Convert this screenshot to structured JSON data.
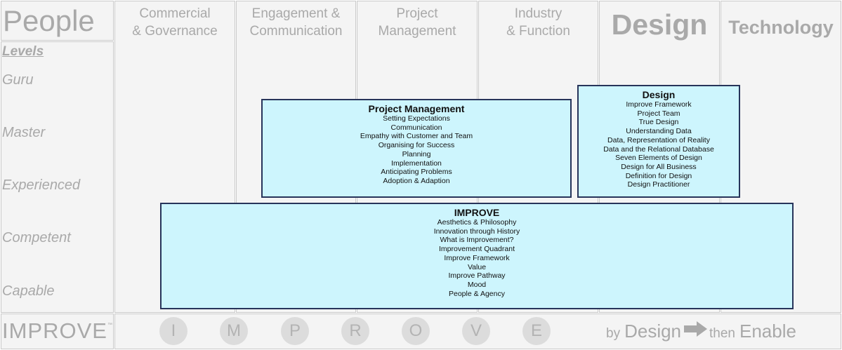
{
  "header": {
    "people": "People",
    "columns": [
      {
        "line1": "Commercial",
        "line2": "& Governance"
      },
      {
        "line1": "Engagement &",
        "line2": "Communication"
      },
      {
        "line1": "Project",
        "line2": "Management"
      },
      {
        "line1": "Industry",
        "line2": "& Function"
      },
      {
        "line1": "Design",
        "line2": ""
      },
      {
        "line1": "Technology",
        "line2": ""
      }
    ]
  },
  "levels": {
    "title": "Levels",
    "items": [
      "Guru",
      "Master",
      "Experienced",
      "Competent",
      "Capable"
    ]
  },
  "boxes": {
    "project_management": {
      "title": "Project Management",
      "items": [
        "Setting Expectations",
        "Communication",
        "Empathy with Customer and Team",
        "Organising for Success",
        "Planning",
        "Implementation",
        "Anticipating Problems",
        "Adoption & Adaption"
      ]
    },
    "design": {
      "title": "Design",
      "items": [
        "Improve Framework",
        "Project Team",
        "True Design",
        "Understanding Data",
        "Data, Representation of Reality",
        "Data and the Relational Database",
        "Seven Elements of Design",
        "Design for All Business",
        "Definition for Design",
        "Design Practitioner"
      ]
    },
    "improve": {
      "title": "IMPROVE",
      "items": [
        "Aesthetics & Philosophy",
        "Innovation through History",
        "What is Improvement?",
        "Improvement Quadrant",
        "Improve Framework",
        "Value",
        "Improve Pathway",
        "Mood",
        "People & Agency"
      ]
    }
  },
  "footer": {
    "logo": "IMPROVE",
    "letters": [
      "I",
      "M",
      "P",
      "R",
      "O",
      "V",
      "E"
    ],
    "by": "by",
    "design": "Design",
    "then": "then",
    "enable": "Enable"
  },
  "colors": {
    "cell_bg": "#f4f4f4",
    "grid_line": "#c9c9c9",
    "muted_text": "#a9a9a9",
    "box_fill": "#cdf5fd",
    "box_border": "#27345a",
    "circle_fill": "#dcdcdc"
  }
}
